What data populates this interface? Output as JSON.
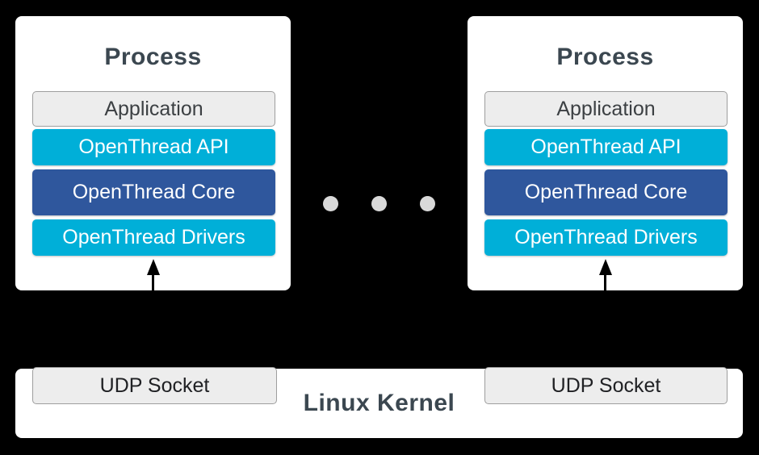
{
  "colors": {
    "background": "#000000",
    "panel": "#FFFFFF",
    "cyan": "#00AFD8",
    "blue": "#2F579D",
    "gray_fill": "#EDEDED",
    "gray_border": "#9E9E9E",
    "title_text": "#3B4750",
    "app_text": "#3C4043",
    "udp_text": "#202124",
    "layer_text": "#FFFFFF",
    "dot": "#D9D9D9",
    "arrow": "#000000"
  },
  "processes": [
    {
      "title": "Process",
      "layers": [
        {
          "label": "Application"
        },
        {
          "label": "OpenThread API"
        },
        {
          "label": "OpenThread Core"
        },
        {
          "label": "OpenThread Drivers"
        }
      ]
    },
    {
      "title": "Process",
      "layers": [
        {
          "label": "Application"
        },
        {
          "label": "OpenThread API"
        },
        {
          "label": "OpenThread Core"
        },
        {
          "label": "OpenThread Drivers"
        }
      ]
    }
  ],
  "separator": {
    "dot_count": 3
  },
  "kernel": {
    "label": "Linux Kernel",
    "sockets": [
      {
        "label": "UDP Socket"
      },
      {
        "label": "UDP Socket"
      }
    ]
  }
}
